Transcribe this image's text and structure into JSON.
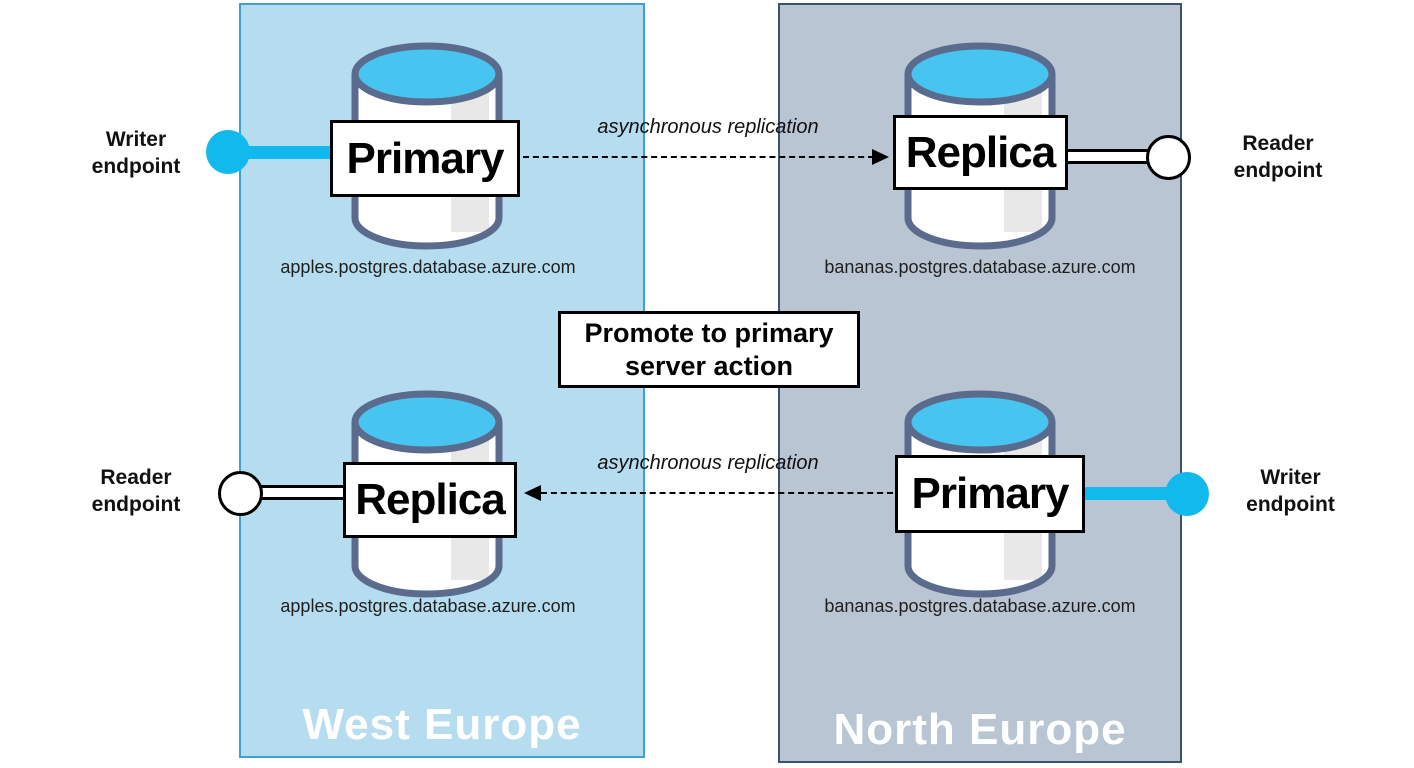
{
  "action_box": {
    "label": "Promote to primary server action"
  },
  "regions": {
    "west": {
      "name": "West Europe",
      "fill": "#b6ddef",
      "border": "#3f9fd0"
    },
    "north": {
      "name": "North Europe",
      "fill": "#b9c5d2",
      "border": "#38536e"
    }
  },
  "servers": {
    "top_west": {
      "role": "Primary",
      "hostname": "apples.postgres.database.azure.com",
      "region": "West Europe",
      "endpoint_type": "writer",
      "endpoint_label": "Writer endpoint"
    },
    "top_north": {
      "role": "Replica",
      "hostname": "bananas.postgres.database.azure.com",
      "region": "North Europe",
      "endpoint_type": "reader",
      "endpoint_label": "Reader endpoint"
    },
    "bottom_west": {
      "role": "Replica",
      "hostname": "apples.postgres.database.azure.com",
      "region": "West Europe",
      "endpoint_type": "reader",
      "endpoint_label": "Reader endpoint"
    },
    "bottom_north": {
      "role": "Primary",
      "hostname": "bananas.postgres.database.azure.com",
      "region": "North Europe",
      "endpoint_type": "writer",
      "endpoint_label": "Writer endpoint"
    }
  },
  "replication": {
    "top": {
      "label": "asynchronous replication",
      "direction": "west-to-north"
    },
    "bottom": {
      "label": "asynchronous replication",
      "direction": "north-to-west"
    }
  },
  "colors": {
    "writer_accent": "#12b9ec",
    "cylinder_top": "#47c5f0",
    "cylinder_outline": "#5a6b8e",
    "cylinder_stripe": "#e8e8e8"
  }
}
